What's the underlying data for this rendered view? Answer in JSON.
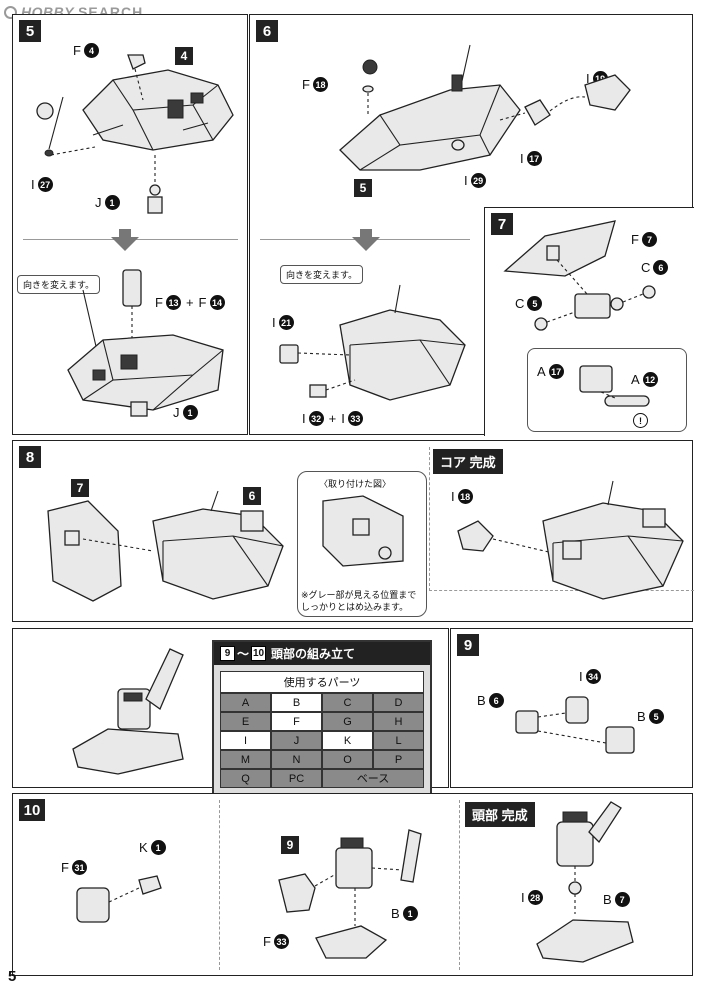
{
  "watermark": {
    "brand": "HOBBY",
    "suffix": "SEARCH"
  },
  "page_number": "5",
  "steps": {
    "s5": {
      "number": "5",
      "part_ref": "4",
      "parts": {
        "f4": "F",
        "i27": "I",
        "j1": "J",
        "f13": "F",
        "f14": "F",
        "j1b": "J"
      },
      "nums": {
        "f4": "4",
        "i27": "27",
        "j1": "1",
        "f13": "13",
        "f14": "14",
        "j1b": "1"
      },
      "plus": "+",
      "note": "向きを変えます。"
    },
    "s6": {
      "number": "6",
      "part_ref": "5",
      "parts": {
        "f18": "F",
        "i19": "I",
        "i17": "I",
        "i29": "I",
        "i21": "I",
        "i32": "I",
        "i33": "I"
      },
      "nums": {
        "f18": "18",
        "i19": "19",
        "i17": "17",
        "i29": "29",
        "i21": "21",
        "i32": "32",
        "i33": "33"
      },
      "plus": "+",
      "note": "向きを変えます。"
    },
    "s7": {
      "number": "7",
      "parts": {
        "f7": "F",
        "c6": "C",
        "c5": "C",
        "a17": "A",
        "a12": "A"
      },
      "nums": {
        "f7": "7",
        "c6": "6",
        "c5": "5",
        "a17": "17",
        "a12": "12"
      },
      "warning": "!"
    },
    "s8": {
      "number": "8",
      "part_ref_left": "7",
      "part_ref_right": "6",
      "callout_title": "〈取り付けた図〉",
      "callout_text": "※グレー部が見える位置まで\nしっかりとはめ込みます。"
    },
    "core": {
      "title": "コア 完成",
      "parts": {
        "i18": "I"
      },
      "nums": {
        "i18": "18"
      }
    },
    "parts_table": {
      "range_start": "9",
      "tilde": "～",
      "range_end": "10",
      "title": "頭部の組み立て",
      "header": "使用するパーツ",
      "cells": [
        "A",
        "B",
        "C",
        "D",
        "E",
        "F",
        "G",
        "H",
        "I",
        "J",
        "K",
        "L",
        "M",
        "N",
        "O",
        "P",
        "Q",
        "PC",
        "ベース"
      ]
    },
    "s9": {
      "number": "9",
      "parts": {
        "b6": "B",
        "i34": "I",
        "b5": "B"
      },
      "nums": {
        "b6": "6",
        "i34": "34",
        "b5": "5"
      }
    },
    "s10": {
      "number": "10",
      "part_ref": "9",
      "parts": {
        "f31": "F",
        "k1": "K",
        "b1": "B",
        "f33": "F"
      },
      "nums": {
        "f31": "31",
        "k1": "1",
        "b1": "1",
        "f33": "33"
      }
    },
    "head": {
      "title": "頭部 完成",
      "parts": {
        "i28": "I",
        "b7": "B"
      },
      "nums": {
        "i28": "28",
        "b7": "7"
      }
    }
  }
}
